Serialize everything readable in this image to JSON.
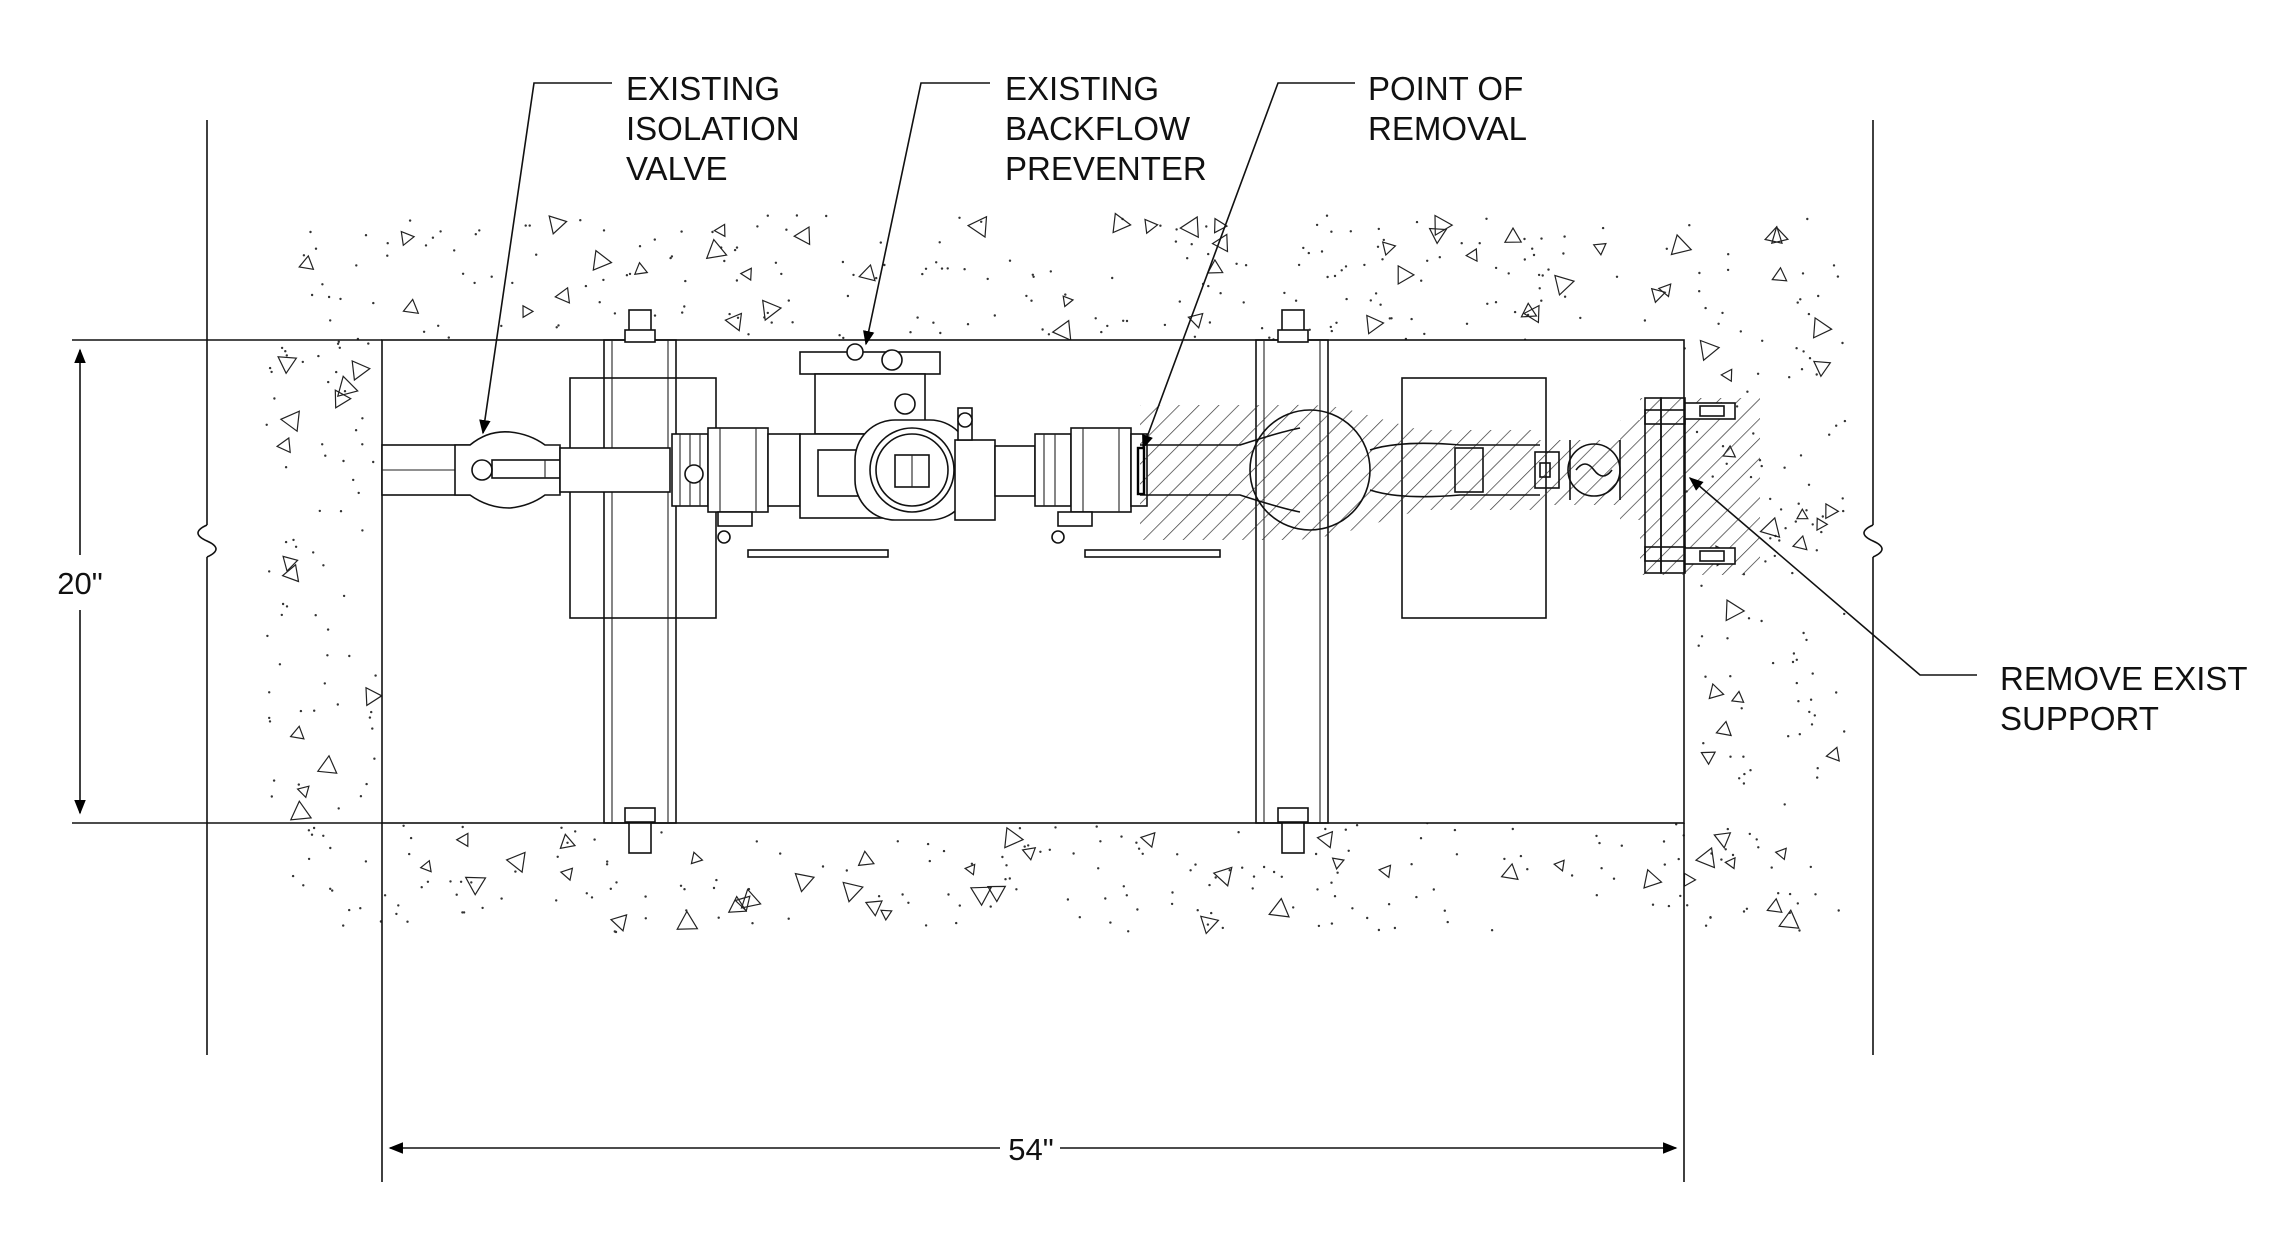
{
  "callouts": {
    "isolation_valve": [
      "EXISTING",
      "ISOLATION",
      "VALVE"
    ],
    "backflow_preventer": [
      "EXISTING",
      "BACKFLOW",
      "PREVENTER"
    ],
    "point_of_removal": [
      "POINT OF",
      "REMOVAL"
    ],
    "remove_support": [
      "REMOVE EXIST",
      "SUPPORT"
    ]
  },
  "dimensions": {
    "height": "20\"",
    "width": "54\""
  }
}
